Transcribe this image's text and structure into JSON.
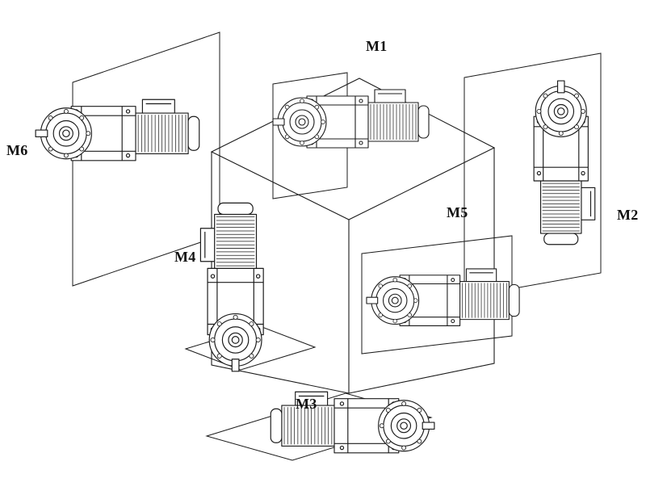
{
  "diagram": {
    "description": "Gearmotor mounting positions diagram",
    "labels": {
      "m1": "M1",
      "m2": "M2",
      "m3": "M3",
      "m4": "M4",
      "m5": "M5",
      "m6": "M6"
    },
    "colors": {
      "line": "#1b1b1b",
      "background": "#ffffff"
    }
  }
}
